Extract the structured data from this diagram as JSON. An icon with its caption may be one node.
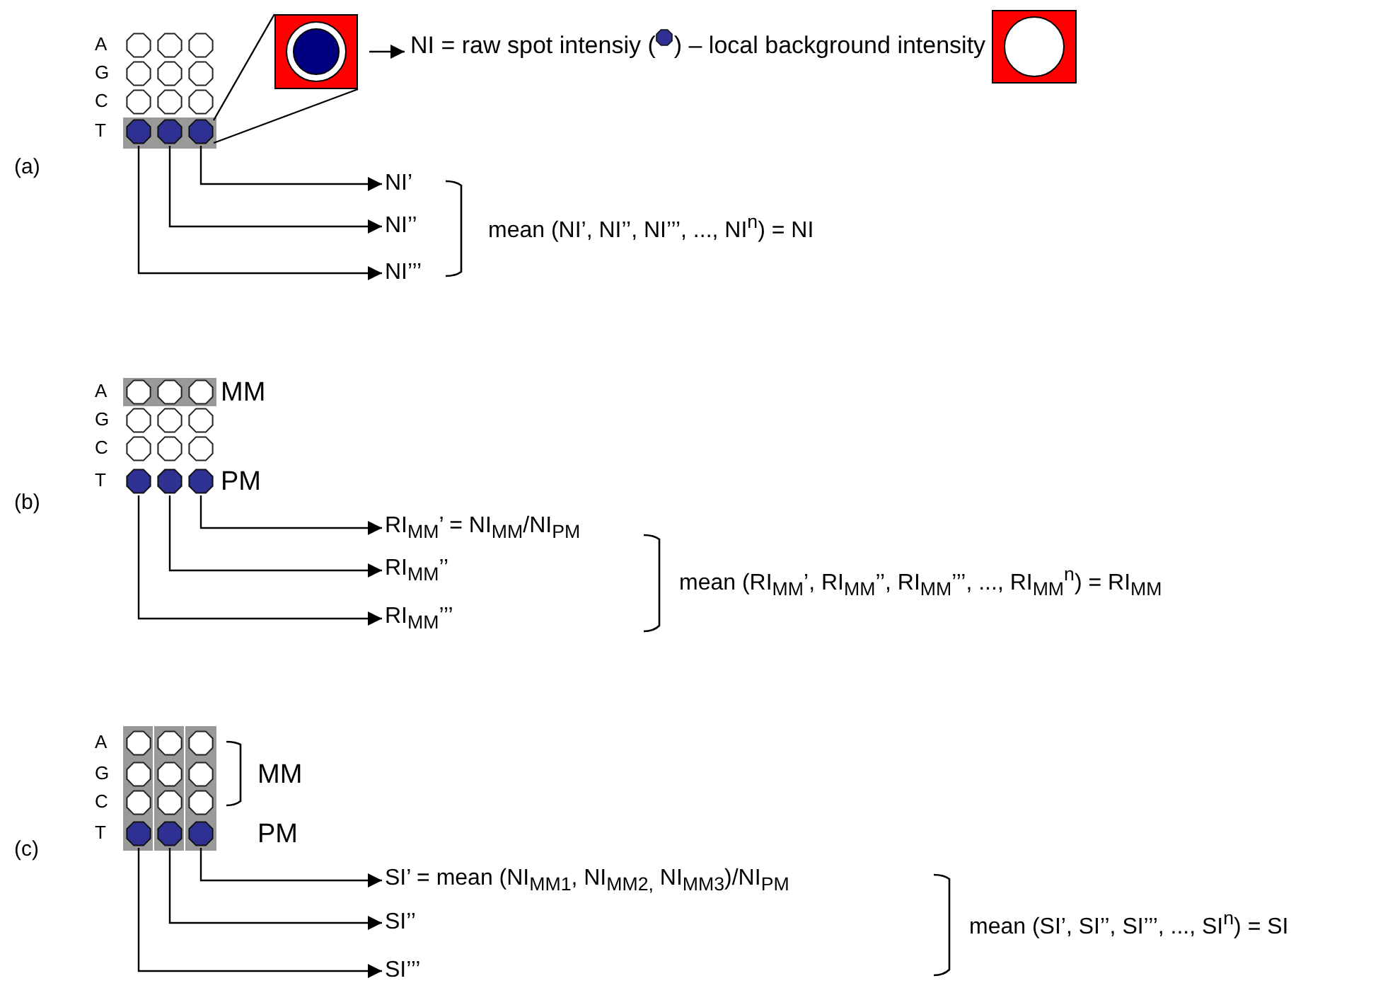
{
  "diagram": {
    "nodes": [
      {
        "text": [],
        "shape": "circle"
      },
      {
        "text": [],
        "shape": "circle"
      },
      {
        "text": [],
        "shape": "circle"
      },
      {
        "text": [],
        "shape": "box"
      },
      {
        "text": [
          "NI = raw spot intensiy (",
          ") – local background intensity"
        ]
      },
      {
        "text": [
          "NI’"
        ]
      },
      {
        "text": [
          "NI’’"
        ]
      },
      {
        "text": [
          "NI’’’"
        ]
      },
      {
        "text": [],
        "shape": "circle"
      },
      {
        "text": [],
        "shape": "circle"
      },
      {
        "text": [],
        "shape": "circle"
      },
      {
        "text": [
          "RI$_{MM}$’ = NI$_{MM}$/NI$_{PM}$"
        ]
      },
      {
        "text": [
          "RI$_{MM}$’’"
        ]
      },
      {
        "text": [
          "RI$_{MM}$’’’"
        ]
      },
      {
        "text": [],
        "shape": "circle"
      },
      {
        "text": [],
        "shape": "circle"
      },
      {
        "text": [],
        "shape": "circle"
      },
      {
        "text": [
          "SI’ = mean (NI$_{MM1}$, NI$_{MM2,}$ NI$_{MM3}$)/NI$_{PM}$"
        ]
      },
      {
        "text": [
          "SI’’"
        ]
      },
      {
        "text": [
          "SI’’’"
        ]
      }
    ],
    "edges": [
      {
        "from": 2,
        "to": 3,
        "arrow": "none"
      },
      {
        "from": 2,
        "to": 3,
        "arrow": "none"
      },
      {
        "from": 3,
        "to": 4,
        "arrow": "to"
      },
      {
        "from": 2,
        "to": 5,
        "arrow": "to"
      },
      {
        "from": 1,
        "to": 6,
        "arrow": "to"
      },
      {
        "from": 0,
        "to": 7,
        "arrow": "to"
      },
      {
        "from": 10,
        "to": 11,
        "arrow": "to"
      },
      {
        "from": 9,
        "to": 12,
        "arrow": "to"
      },
      {
        "from": 8,
        "to": 13,
        "arrow": "to"
      },
      {
        "from": 16,
        "to": 17,
        "arrow": "to"
      },
      {
        "from": 15,
        "to": 18,
        "arrow": "to"
      },
      {
        "from": 14,
        "to": 19,
        "arrow": "to"
      }
    ],
    "labels": [
      "A",
      "G",
      "C",
      "T",
      "(a)",
      "mean (NI’, NI’’, NI’’’, ..., NI$^{n}$) = NI",
      "A",
      "MM",
      "G",
      "C",
      "T",
      "PM",
      "(b)",
      "mean (RI$_{MM}$’, RI$_{MM}$’’, RI$_{MM}$’’’, ..., RI$_{MM}$$^{n}$) = RI$_{MM}$",
      "A",
      "G",
      "MM",
      "C",
      "T",
      "PM",
      "(c)",
      "mean (SI’, SI’’, SI’’’, ..., SI$^{n}$) = SI"
    ]
  }
}
